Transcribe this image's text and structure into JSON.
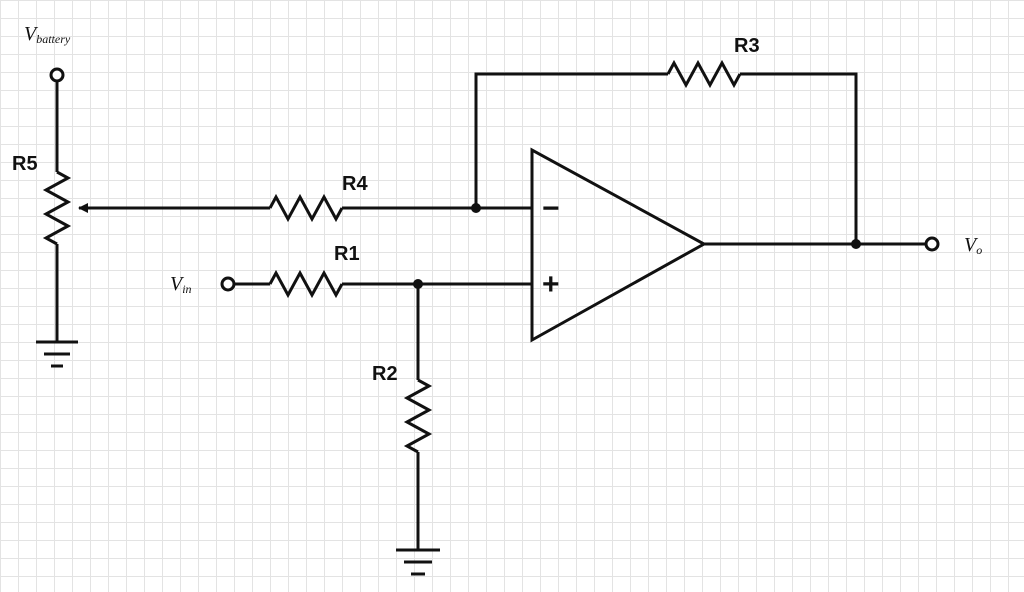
{
  "diagram": {
    "type": "op-amp circuit schematic",
    "resistors": {
      "r1": "R1",
      "r2": "R2",
      "r3": "R3",
      "r4": "R4",
      "r5": "R5"
    },
    "terminals": {
      "battery": {
        "base": "V",
        "sub": "battery"
      },
      "input": {
        "base": "V",
        "sub": "in"
      },
      "output": {
        "base": "V",
        "sub": "o"
      }
    },
    "opamp": {
      "inverting_sign": "−",
      "noninverting_sign": "+"
    },
    "colors": {
      "ink": "#111111",
      "grid": "#e3e3e3",
      "background": "#ffffff"
    }
  }
}
